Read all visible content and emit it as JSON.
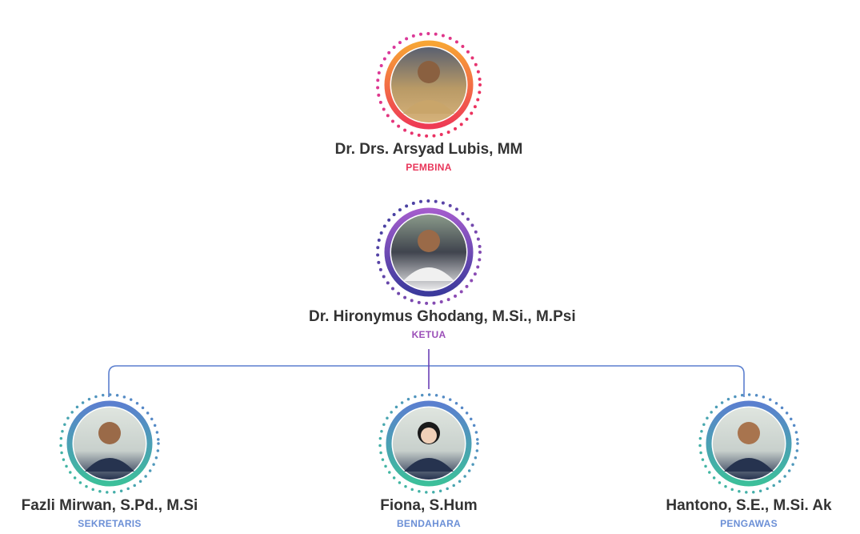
{
  "org": {
    "pembina": {
      "name": "Dr. Drs. Arsyad Lubis, MM",
      "role": "PEMBINA",
      "color": "#e8365a"
    },
    "ketua": {
      "name": "Dr. Hironymus Ghodang, M.Si., M.Psi",
      "role": "KETUA",
      "color": "#9b4fb8"
    },
    "members": [
      {
        "name": "Fazli Mirwan, S.Pd., M.Si",
        "role": "SEKRETARIS",
        "color": "#6b8fd6"
      },
      {
        "name": "Fiona, S.Hum",
        "role": "BENDAHARA",
        "color": "#6b8fd6"
      },
      {
        "name": "Hantono, S.E., M.Si. Ak",
        "role": "PENGAWAS",
        "color": "#6b8fd6"
      }
    ]
  }
}
